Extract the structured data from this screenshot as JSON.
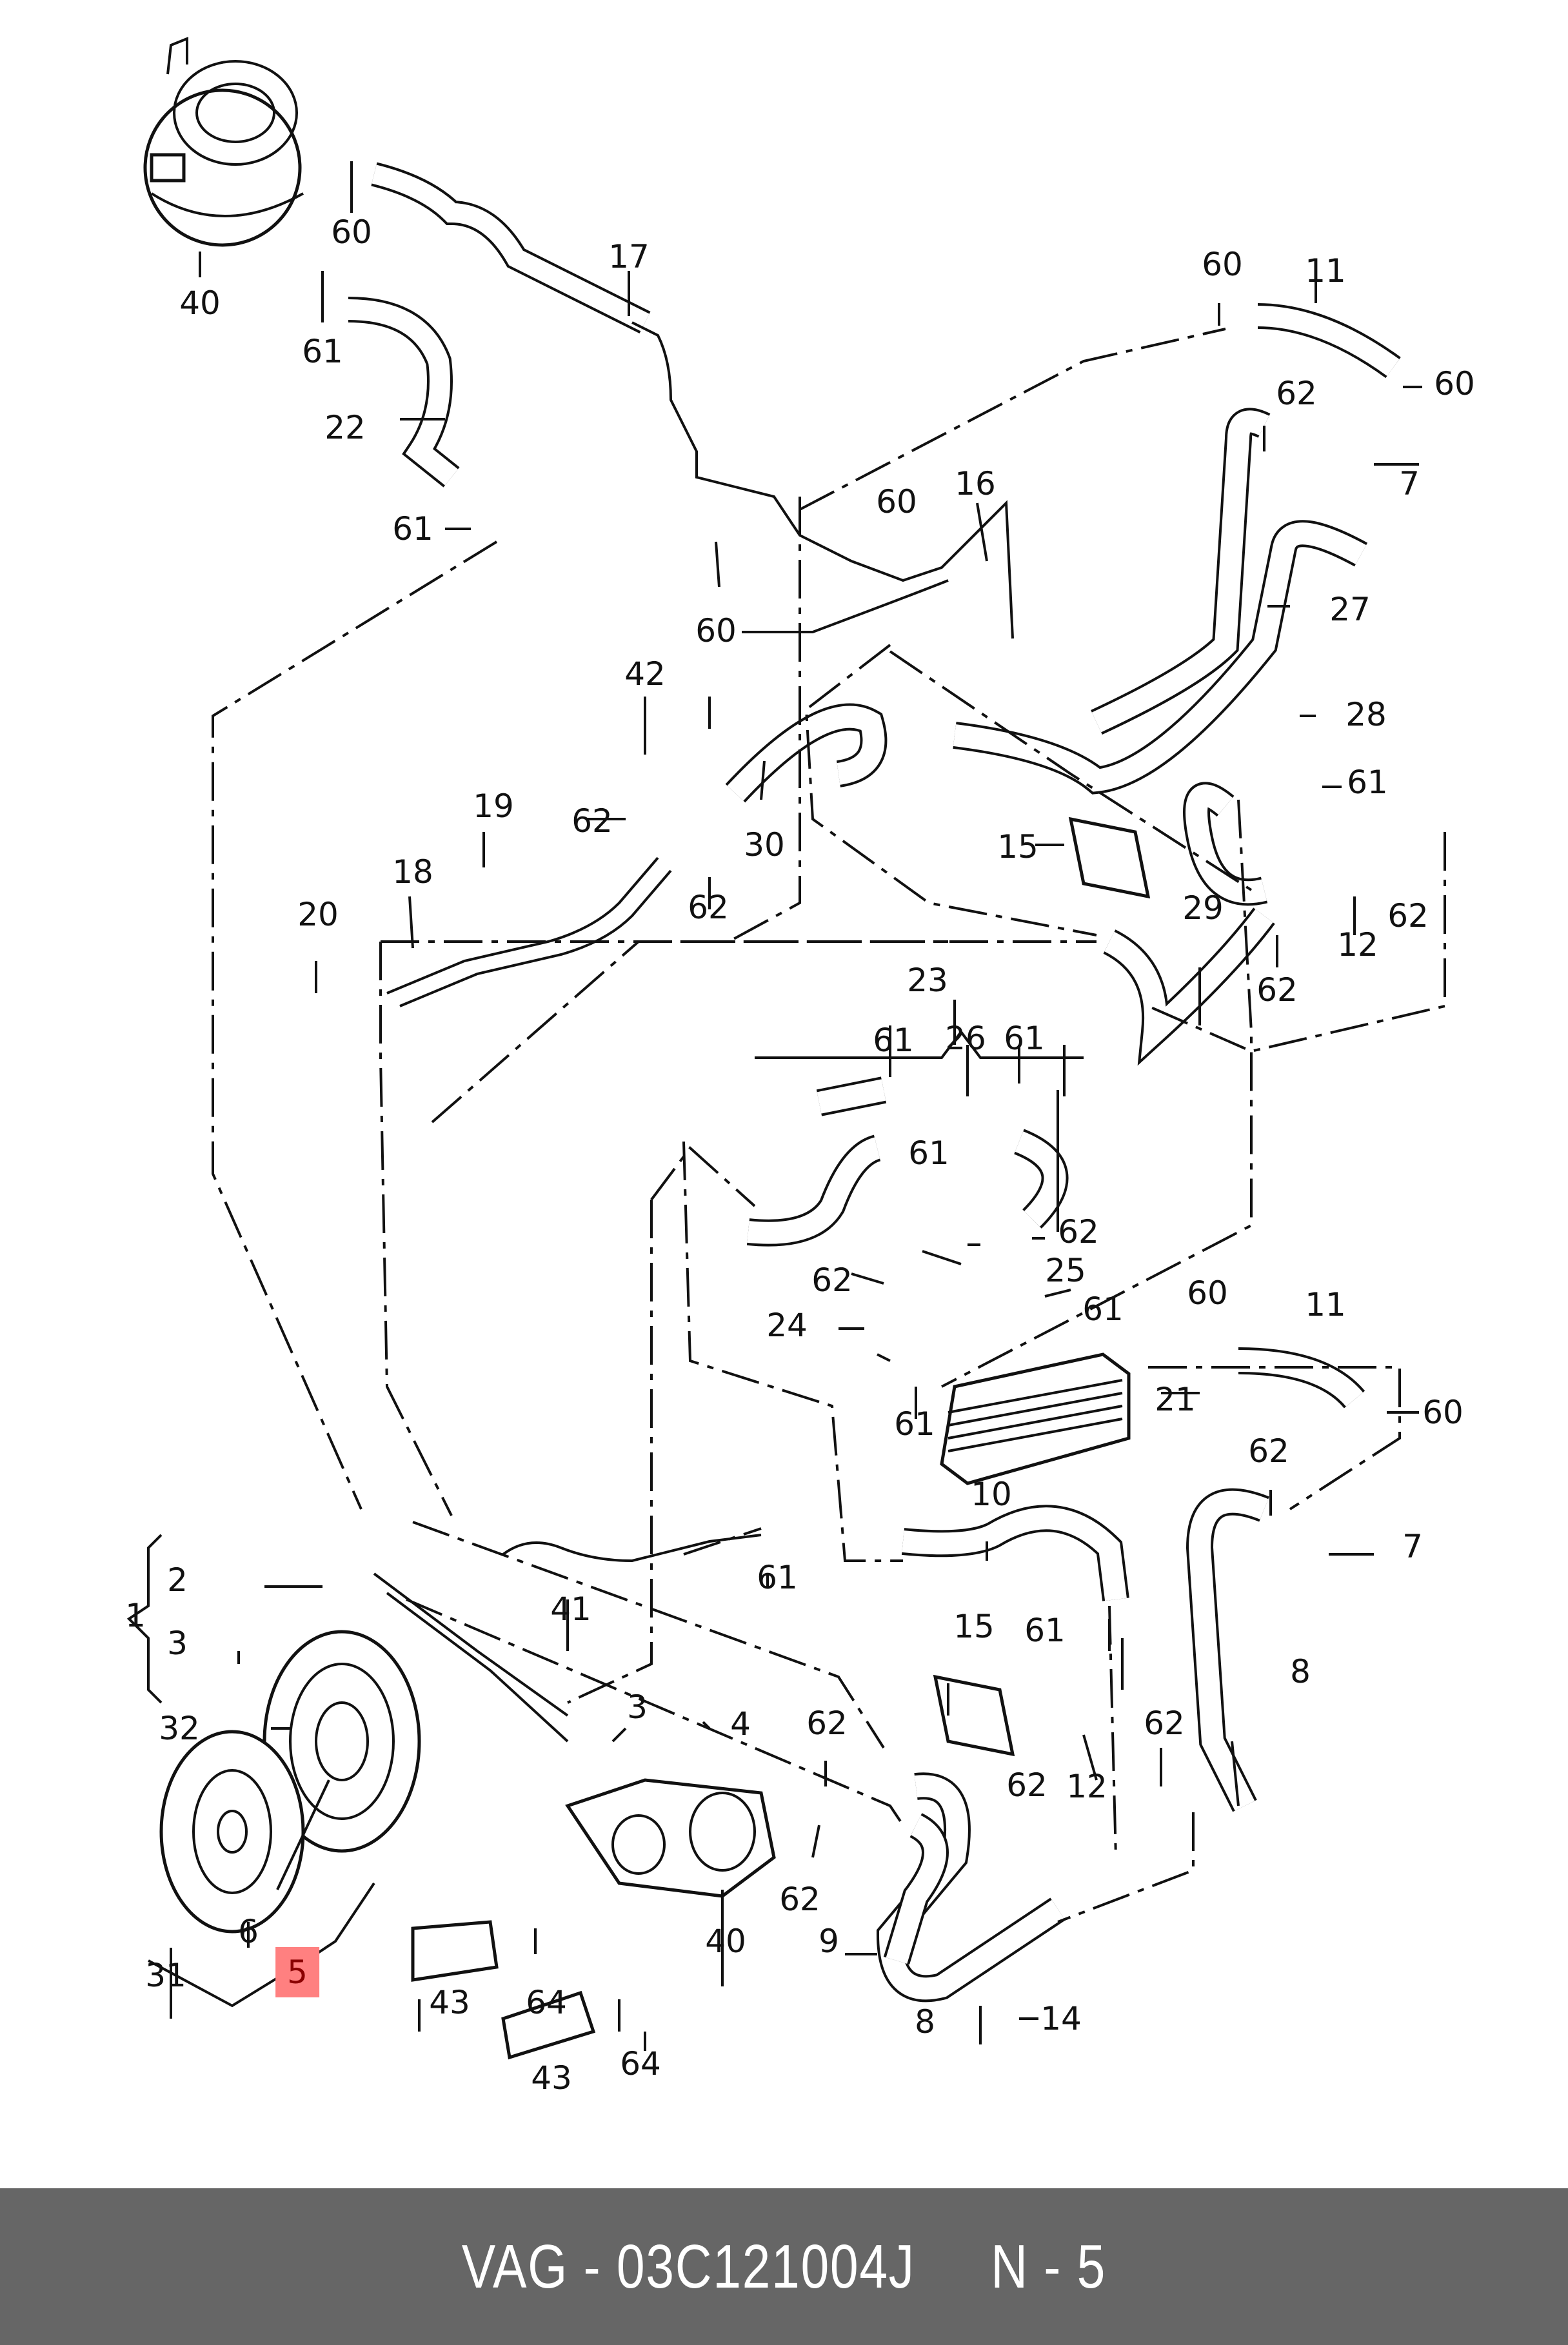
{
  "diagram": {
    "title": "Coolant system exploded parts diagram",
    "highlight_color": "#ff8080",
    "callouts": [
      {
        "id": "c40a",
        "label": "40"
      },
      {
        "id": "c60a",
        "label": "60"
      },
      {
        "id": "c61a",
        "label": "61"
      },
      {
        "id": "c22",
        "label": "22"
      },
      {
        "id": "c61b",
        "label": "61"
      },
      {
        "id": "c17",
        "label": "17"
      },
      {
        "id": "c60b",
        "label": "60"
      },
      {
        "id": "c11a",
        "label": "11"
      },
      {
        "id": "c60c",
        "label": "60"
      },
      {
        "id": "c62a",
        "label": "62"
      },
      {
        "id": "c7a",
        "label": "7"
      },
      {
        "id": "c27",
        "label": "27"
      },
      {
        "id": "c16",
        "label": "16"
      },
      {
        "id": "c60d",
        "label": "60"
      },
      {
        "id": "c60e",
        "label": "60"
      },
      {
        "id": "c42",
        "label": "42"
      },
      {
        "id": "c28",
        "label": "28"
      },
      {
        "id": "c61c",
        "label": "61"
      },
      {
        "id": "c15a",
        "label": "15"
      },
      {
        "id": "c19",
        "label": "19"
      },
      {
        "id": "c62b",
        "label": "62"
      },
      {
        "id": "c30",
        "label": "30"
      },
      {
        "id": "c62c",
        "label": "62"
      },
      {
        "id": "c18",
        "label": "18"
      },
      {
        "id": "c20",
        "label": "20"
      },
      {
        "id": "c12a",
        "label": "12"
      },
      {
        "id": "c62d",
        "label": "62"
      },
      {
        "id": "c29",
        "label": "29"
      },
      {
        "id": "c62e",
        "label": "62"
      },
      {
        "id": "c23",
        "label": "23"
      },
      {
        "id": "c61d",
        "label": "61"
      },
      {
        "id": "c26",
        "label": "26"
      },
      {
        "id": "c61e",
        "label": "61"
      },
      {
        "id": "c61f",
        "label": "61"
      },
      {
        "id": "c62f",
        "label": "62"
      },
      {
        "id": "c25",
        "label": "25"
      },
      {
        "id": "c62g",
        "label": "62"
      },
      {
        "id": "c24",
        "label": "24"
      },
      {
        "id": "c61g",
        "label": "61"
      },
      {
        "id": "c60f",
        "label": "60"
      },
      {
        "id": "c11b",
        "label": "11"
      },
      {
        "id": "c61h",
        "label": "61"
      },
      {
        "id": "c21",
        "label": "21"
      },
      {
        "id": "c60g",
        "label": "60"
      },
      {
        "id": "c62h",
        "label": "62"
      },
      {
        "id": "c7b",
        "label": "7"
      },
      {
        "id": "c10",
        "label": "10"
      },
      {
        "id": "c61i",
        "label": "61"
      },
      {
        "id": "c41",
        "label": "41"
      },
      {
        "id": "c2",
        "label": "2"
      },
      {
        "id": "c1",
        "label": "1"
      },
      {
        "id": "c3a",
        "label": "3"
      },
      {
        "id": "c15b",
        "label": "15"
      },
      {
        "id": "c61j",
        "label": "61"
      },
      {
        "id": "c8a",
        "label": "8"
      },
      {
        "id": "c32",
        "label": "32"
      },
      {
        "id": "c3b",
        "label": "3"
      },
      {
        "id": "c4",
        "label": "4"
      },
      {
        "id": "c62i",
        "label": "62"
      },
      {
        "id": "c62j",
        "label": "62"
      },
      {
        "id": "c12b",
        "label": "12"
      },
      {
        "id": "c62k",
        "label": "62"
      },
      {
        "id": "c62l",
        "label": "62"
      },
      {
        "id": "c9",
        "label": "9"
      },
      {
        "id": "c40b",
        "label": "40"
      },
      {
        "id": "c31",
        "label": "31"
      },
      {
        "id": "c6",
        "label": "6"
      },
      {
        "id": "c5",
        "label": "5",
        "highlighted": true
      },
      {
        "id": "c43a",
        "label": "43"
      },
      {
        "id": "c64a",
        "label": "64"
      },
      {
        "id": "c8b",
        "label": "8"
      },
      {
        "id": "c14",
        "label": "14"
      },
      {
        "id": "c43b",
        "label": "43"
      },
      {
        "id": "c64b",
        "label": "64"
      }
    ]
  },
  "footer": {
    "text": "VAG - 03C121004J     N - 5",
    "brand": "VAG",
    "part_number": "03C121004J",
    "position_label": "N - 5"
  }
}
